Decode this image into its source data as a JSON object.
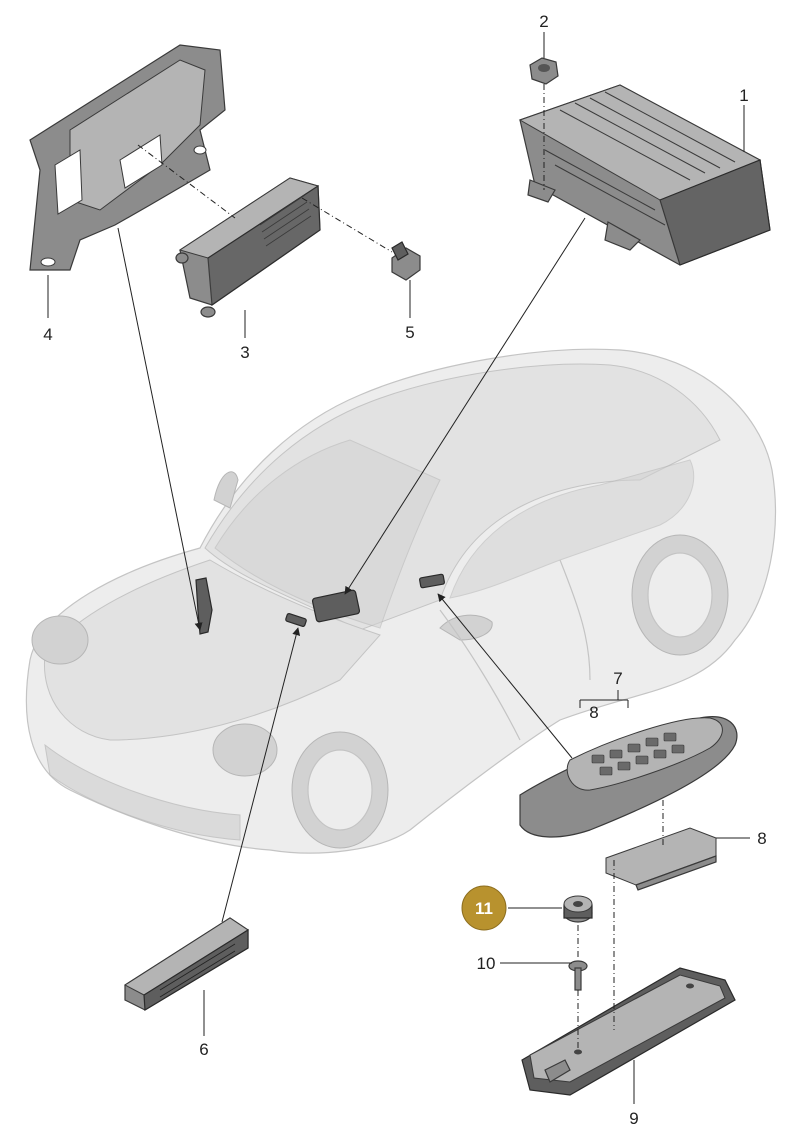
{
  "callouts": {
    "c1": "1",
    "c2": "2",
    "c3": "3",
    "c4": "4",
    "c5": "5",
    "c6": "6",
    "c7": "7",
    "c8a": "8",
    "c8b": "8",
    "c9": "9",
    "c10": "10",
    "c11": "11"
  },
  "colors": {
    "highlight_badge": "#b8922e",
    "part_gray": "#8c8c8c",
    "car_body": "#ededed"
  }
}
